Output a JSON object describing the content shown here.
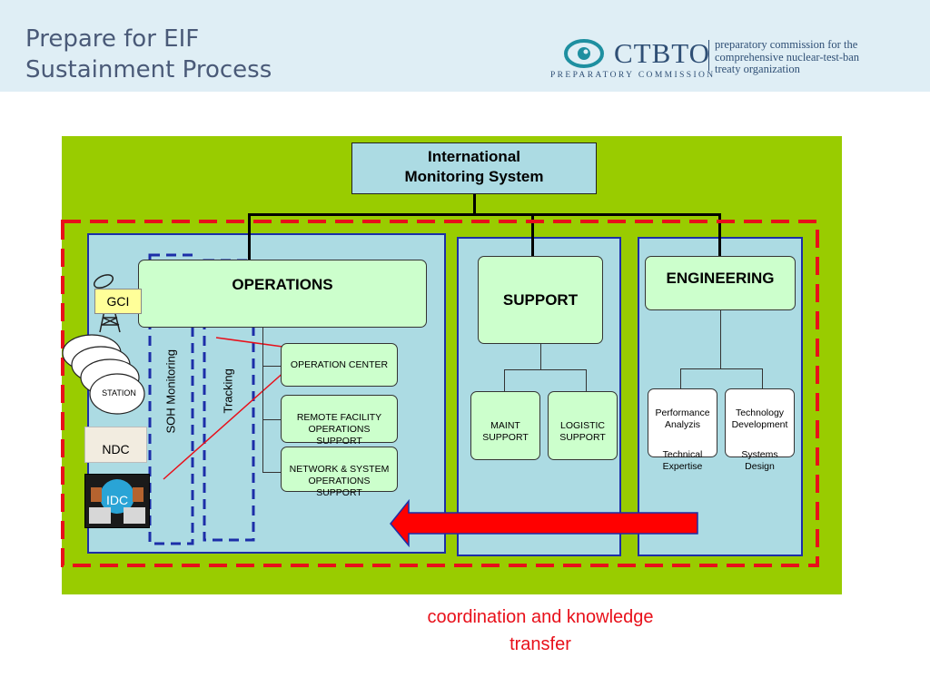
{
  "header": {
    "title": "Prepare for EIF\nSustainment Process",
    "logo": {
      "name": "CTBTO",
      "subtitle": "PREPARATORY COMMISSION",
      "description": "preparatory commission for the\ncomprehensive nuclear-test-ban\ntreaty organization"
    }
  },
  "diagram": {
    "root": "International\nMonitoring System",
    "operations": {
      "label": "OPERATIONS",
      "children": [
        "OPERATION CENTER",
        "REMOTE FACILITY\nOPERATIONS\nSUPPORT",
        "NETWORK & SYSTEM\nOPERATIONS\nSUPPORT"
      ],
      "vertical_labels": [
        "SOH Monitoring",
        "Tracking"
      ]
    },
    "support": {
      "label": "SUPPORT",
      "children": [
        "MAINT\nSUPPORT",
        "LOGISTIC\nSUPPORT"
      ]
    },
    "engineering": {
      "label": "ENGINEERING",
      "children": [
        {
          "line1": "Performance\nAnalyzis",
          "line2": "Technical\nExpertise"
        },
        {
          "line1": "Technology\nDevelopment",
          "line2": "Systems\nDesign"
        }
      ]
    },
    "entities": {
      "gci": "GCI",
      "station": "STATION",
      "ndc": "NDC",
      "idc": "IDC"
    },
    "caption": "coordination and knowledge\ntransfer",
    "colors": {
      "green_bg": "#99cc00",
      "panel": "#acdbe3",
      "box": "#ccffcc",
      "dash_red": "#e8101a",
      "dash_blue": "#1c2ea8",
      "arrow": "#ff0000"
    }
  }
}
